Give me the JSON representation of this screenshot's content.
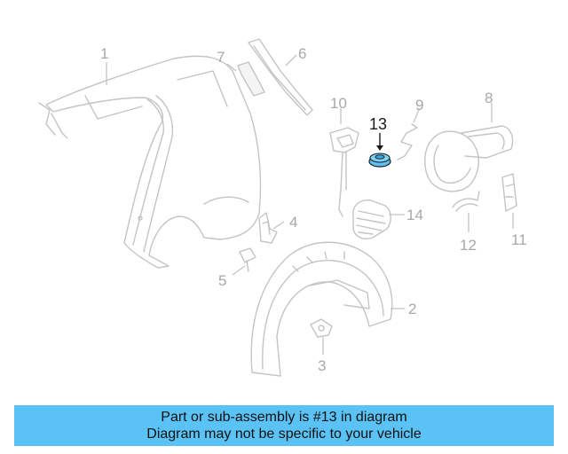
{
  "diagram": {
    "callouts": {
      "c1": "1",
      "c2": "2",
      "c3": "3",
      "c4": "4",
      "c5": "5",
      "c6": "6",
      "c7": "7",
      "c8": "8",
      "c9": "9",
      "c10": "10",
      "c11": "11",
      "c12": "12",
      "c13": "13",
      "c14": "14"
    },
    "highlight_part": "13",
    "colors": {
      "highlight": "#5bc2f5",
      "line": "#c4c4c4",
      "callout": "#a8a8a8"
    }
  },
  "banner": {
    "line1": "Part or sub-assembly is #13 in diagram",
    "line2": "Diagram may not be specific to your vehicle",
    "color": "#5bc2f5"
  }
}
